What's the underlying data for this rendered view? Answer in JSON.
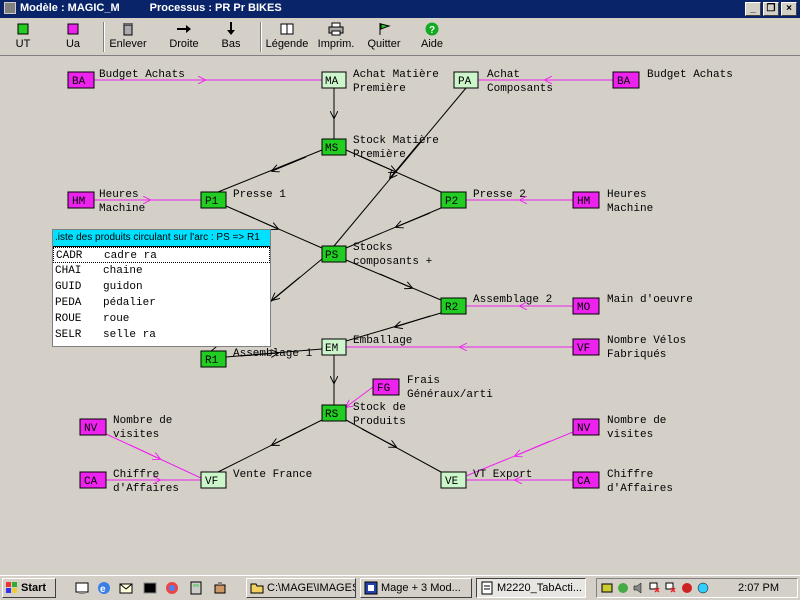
{
  "window": {
    "title": "Modèle : MAGIC_M",
    "process": "Processus : PR  Pr BIKES"
  },
  "toolbar": {
    "ut": "UT",
    "ua": "Ua",
    "enlever": "Enlever",
    "droite": "Droite",
    "bas": "Bas",
    "legende": "Légende",
    "imprim": "Imprim.",
    "quitter": "Quitter",
    "aide": "Aide"
  },
  "colors": {
    "ut": "#22cc22",
    "ut_light": "#ccf5cc",
    "ua": "#ee22ee",
    "link_magenta": "#ee22ee"
  },
  "nodes": {
    "ba1": {
      "code": "BA",
      "label1": "Budget Achats",
      "label2": ""
    },
    "ma": {
      "code": "MA",
      "label1": "Achat Matière",
      "label2": "Première"
    },
    "pa": {
      "code": "PA",
      "label1": "Achat",
      "label2": "Composants"
    },
    "ba2": {
      "code": "BA",
      "label1": "Budget Achats",
      "label2": ""
    },
    "ms": {
      "code": "MS",
      "label1": "Stock Matière",
      "label2": "Première"
    },
    "hm1": {
      "code": "HM",
      "label1": "Heures",
      "label2": "Machine"
    },
    "p1": {
      "code": "P1",
      "label1": "Presse 1",
      "label2": ""
    },
    "p2": {
      "code": "P2",
      "label1": "Presse 2",
      "label2": ""
    },
    "hm2": {
      "code": "HM",
      "label1": "Heures",
      "label2": "Machine"
    },
    "ps": {
      "code": "PS",
      "label1": "Stocks",
      "label2": "composants +"
    },
    "r2": {
      "code": "R2",
      "label1": "Assemblage 2",
      "label2": ""
    },
    "mo": {
      "code": "MO",
      "label1": "Main d'oeuvre",
      "label2": ""
    },
    "r1": {
      "code": "R1",
      "label1": "Assemblage 1",
      "label2": ""
    },
    "em": {
      "code": "EM",
      "label1": "Emballage",
      "label2": ""
    },
    "vf_top": {
      "code": "VF",
      "label1": "Nombre Vélos",
      "label2": "Fabriqués"
    },
    "fg": {
      "code": "FG",
      "label1": "Frais",
      "label2": "Généraux/arti"
    },
    "rs": {
      "code": "RS",
      "label1": "Stock de",
      "label2": "Produits"
    },
    "nv1": {
      "code": "NV",
      "label1": "Nombre de",
      "label2": "visites"
    },
    "nv2": {
      "code": "NV",
      "label1": "Nombre de",
      "label2": "visites"
    },
    "ca1": {
      "code": "CA",
      "label1": "Chiffre",
      "label2": "d'Affaires"
    },
    "vf_bottom": {
      "code": "VF",
      "label1": "Vente France",
      "label2": ""
    },
    "ve": {
      "code": "VE",
      "label1": "VT Export",
      "label2": ""
    },
    "ca2": {
      "code": "CA",
      "label1": "Chiffre",
      "label2": "d'Affaires"
    }
  },
  "popup": {
    "title": ".iste des produits circulant sur l'arc : PS => R1",
    "items": [
      {
        "code": "CADR",
        "name": "cadre ra"
      },
      {
        "code": "CHAI",
        "name": "chaine"
      },
      {
        "code": "GUID",
        "name": "guidon"
      },
      {
        "code": "PEDA",
        "name": "pédalier"
      },
      {
        "code": "ROUE",
        "name": "roue"
      },
      {
        "code": "SELR",
        "name": "selle ra"
      }
    ]
  },
  "taskbar": {
    "start": "Start",
    "tasks": [
      "C:\\MAGE\\IMAGES",
      "Mage + 3    Mod...",
      "M2220_TabActi..."
    ],
    "clock": "2:07 PM"
  }
}
